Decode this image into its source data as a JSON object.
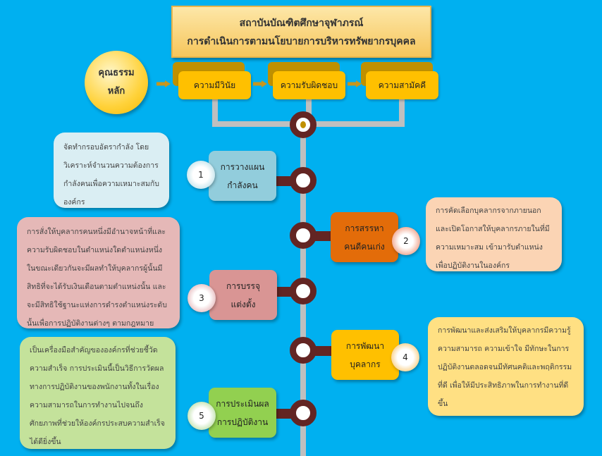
{
  "header": {
    "line1": "สถาบันบัณฑิตศึกษาจุฬาภรณ์",
    "line2": "การดำเนินการตามนโยบายการบริหารทรัพยากรบุคคล"
  },
  "core": {
    "line1": "คุณธรรม",
    "line2": "หลัก"
  },
  "values": [
    "ความมีวินัย",
    "ความรับผิดชอบ",
    "ความสามัคคี"
  ],
  "steps": [
    {
      "num": "1",
      "line1": "การวางแผน",
      "line2": "กำลังคน",
      "color": "#92cddc",
      "desc": "จัดทำกรอบอัตรากำลัง โดยวิเคราะห์จำนวนความต้องการกำลังคนเพื่อความเหมาะสมกับองค์กร"
    },
    {
      "num": "2",
      "line1": "การสรรหา",
      "line2": "คนดีคนเก่ง",
      "color": "#e36c09",
      "desc": "การคัดเลือกบุคลากรจากภายนอกและเปิดโอกาสให้บุคลากรภายในที่มีความเหมาะสม เข้ามารับตำแหน่งเพื่อปฏิบัติงานในองค์กร"
    },
    {
      "num": "3",
      "line1": "การบรรจุ",
      "line2": "แต่งตั้ง",
      "color": "#d99594",
      "desc": "การสั่งให้บุคลากรคนหนึ่งมีอำนาจหน้าที่และความรับผิดชอบในตำแหน่งใดตำแหน่งหนึ่ง ในขณะเดียวกันจะมีผลทำให้บุคลากรผู้นั้นมีสิทธิที่จะได้รับเงินเดือนตามตำแหน่งนั้น และจะมีสิทธิใช้ฐานะแห่งการดำรงตำแหน่งระดับนั้นเพื่อการปฏิบัติงานต่างๆ ตามกฎหมาย"
    },
    {
      "num": "4",
      "line1": "การพัฒนา",
      "line2": "บุคลากร",
      "color": "#ffc000",
      "desc": "การพัฒนาและส่งเสริมให้บุคลากรมีความรู้ ความสามารถ ความเข้าใจ มีทักษะในการปฏิบัติงานตลอดจนมีทัศนคติและพฤติกรรมที่ดี เพื่อให้มีประสิทธิภาพในการทำงานที่ดีขึ้น"
    },
    {
      "num": "5",
      "line1": "การประเมินผล",
      "line2": "การปฏิบัติงาน",
      "color": "#92d050",
      "desc": "เป็นเครื่องมือสำคัญขององค์กรที่ช่วยชี้วัดความสำเร็จ การประเมินนี้เป็นวิธีการวัดผลทางการปฏิบัติงานของพนักงานทั้งในเรื่องความสามารถในการทำงานไปจนถึงศักยภาพที่ช่วยให้องค์กรประสบความสำเร็จได้ดียิ่งขึ้น"
    }
  ]
}
